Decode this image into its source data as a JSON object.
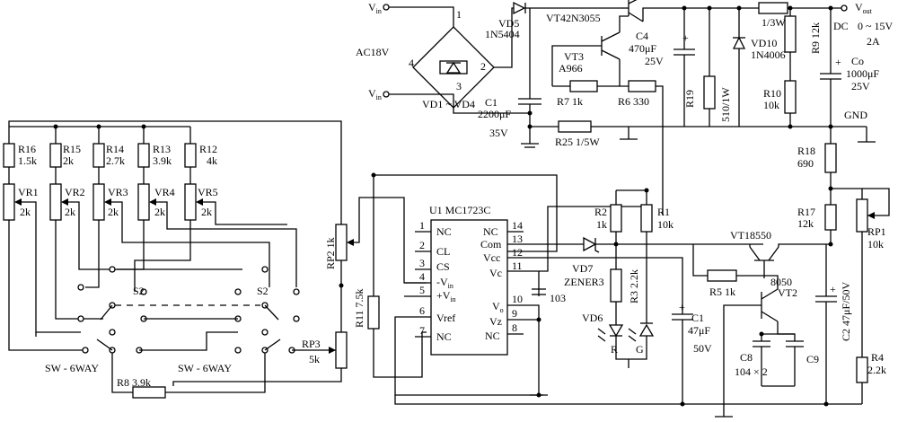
{
  "supply": {
    "vin_top": "V",
    "vin_top_sub": "in",
    "vin_bottom": "V",
    "vin_bottom_sub": "in",
    "ac_label": "AC18V",
    "bridge_pins": [
      "1",
      "2",
      "3",
      "4"
    ],
    "bridge_label": "VD1 ~ VD4",
    "vd5": "VD5",
    "vd5_type": "1N5404",
    "c1_top": "C1",
    "c1_top_val": "2200μF",
    "c1_top_volt": "35V",
    "r25": "R25 1/5W"
  },
  "pass": {
    "vt4": "VT42N3055",
    "vt3": "VT3",
    "vt3_type": "A966",
    "r7": "R7 1k",
    "r6": "R6 330",
    "c4": "C4",
    "c4_val": "470μF",
    "c4_volt": "25V",
    "r19": "R19",
    "r19_val": "510/1W",
    "vd10": "VD10",
    "vd10_type": "1N4006",
    "r_1_3w": "1/3W"
  },
  "output": {
    "vout": "V",
    "vout_sub": "out",
    "dc": "DC",
    "range": "0 ~ 15V",
    "amps": "2A",
    "r9": "R9 12k",
    "co": "Co",
    "co_val": "1000μF",
    "co_volt": "25V",
    "r10": "R10",
    "r10_val": "10k",
    "gnd": "GND",
    "r18": "R18",
    "r18_val": "690",
    "r17": "R17",
    "r17_val": "12k",
    "rp1": "RP1",
    "rp1_val": "10k"
  },
  "divider": {
    "r16": "R16",
    "r16_val": "1.5k",
    "r15": "R15",
    "r15_val": "2k",
    "r14": "R14",
    "r14_val": "2.7k",
    "r13": "R13",
    "r13_val": "3.9k",
    "r12": "R12",
    "r12_val": "4k",
    "vr1": "VR1",
    "vr1_val": "2k",
    "vr2": "VR2",
    "vr2_val": "2k",
    "vr3": "VR3",
    "vr3_val": "2k",
    "vr4": "VR4",
    "vr4_val": "2k",
    "vr5": "VR5",
    "vr5_val": "2k",
    "s2_left": "S2",
    "s2_right": "S2",
    "sw_left": "SW - 6WAY",
    "sw_right": "SW - 6WAY",
    "r8": "R8 3.9k",
    "rp2": "RP2 1k",
    "rp3": "RP3",
    "rp3_val": "5k",
    "r11": "R11 7.5k"
  },
  "ic": {
    "label": "U1 MC1723C",
    "pins_left": [
      {
        "num": "1",
        "name": "NC"
      },
      {
        "num": "2",
        "name": "CL"
      },
      {
        "num": "3",
        "name": "CS"
      },
      {
        "num": "4",
        "name": "-V"
      },
      {
        "num": "5",
        "name": "+V"
      },
      {
        "num": "6",
        "name": "Vref"
      },
      {
        "num": "7",
        "name": "NC"
      }
    ],
    "pins_left_sub": {
      "p4": "in",
      "p5": "in"
    },
    "pins_right": [
      {
        "num": "14",
        "name": "NC"
      },
      {
        "num": "13",
        "name": "Com"
      },
      {
        "num": "12",
        "name": "Vcc"
      },
      {
        "num": "11",
        "name": "Vc"
      },
      {
        "num": "10",
        "name": "V"
      },
      {
        "num": "9",
        "name": "Vz"
      },
      {
        "num": "8",
        "name": "NC"
      }
    ],
    "pin10_sub": "o",
    "c103": "103"
  },
  "indicator": {
    "r2": "R2",
    "r2_val": "1k",
    "r1": "R1",
    "r1_val": "10k",
    "vd7": "VD7",
    "vd7_type": "ZENER3",
    "r3": "R3 2.2k",
    "vd6": "VD6",
    "led_r": "R",
    "led_g": "G",
    "c1": "C1",
    "c1_val": "47μF",
    "c1_volt": "50V"
  },
  "control": {
    "vt1": "VT18550",
    "r5": "R5 1k",
    "vt2_type": "8050",
    "vt2": "VT2",
    "c8": "C8",
    "c8_val": "104 × 2",
    "c9": "C9",
    "c2": "C2 47μF/50V",
    "r4": "R4",
    "r4_val": "2.2k"
  }
}
